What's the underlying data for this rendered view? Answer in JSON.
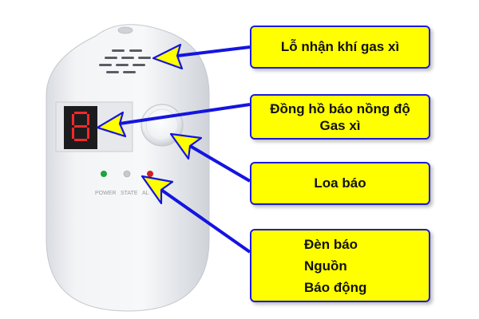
{
  "callouts": {
    "gas_inlet": "Lỗ nhận khí gas xì",
    "meter_line1": "Đồng hồ báo nồng độ",
    "meter_line2": "Gas xì",
    "speaker": "Loa báo",
    "leds_title": "Đèn báo",
    "leds_power": "Nguồn",
    "leds_alarm": "Báo động"
  },
  "device": {
    "display_digit": "8",
    "led_labels": [
      "POWER",
      "STATE",
      "AL"
    ]
  },
  "colors": {
    "callout_fill": "#ffff00",
    "callout_border": "#1b1bd8",
    "arrow": "#1414e0",
    "arrowhead_fill": "#ffff00",
    "device_body": "#eef0f3",
    "led_power": "#1fa33a",
    "led_state": "#c9c9c9",
    "led_alarm": "#d42020",
    "display_segments": "#ff2020"
  }
}
